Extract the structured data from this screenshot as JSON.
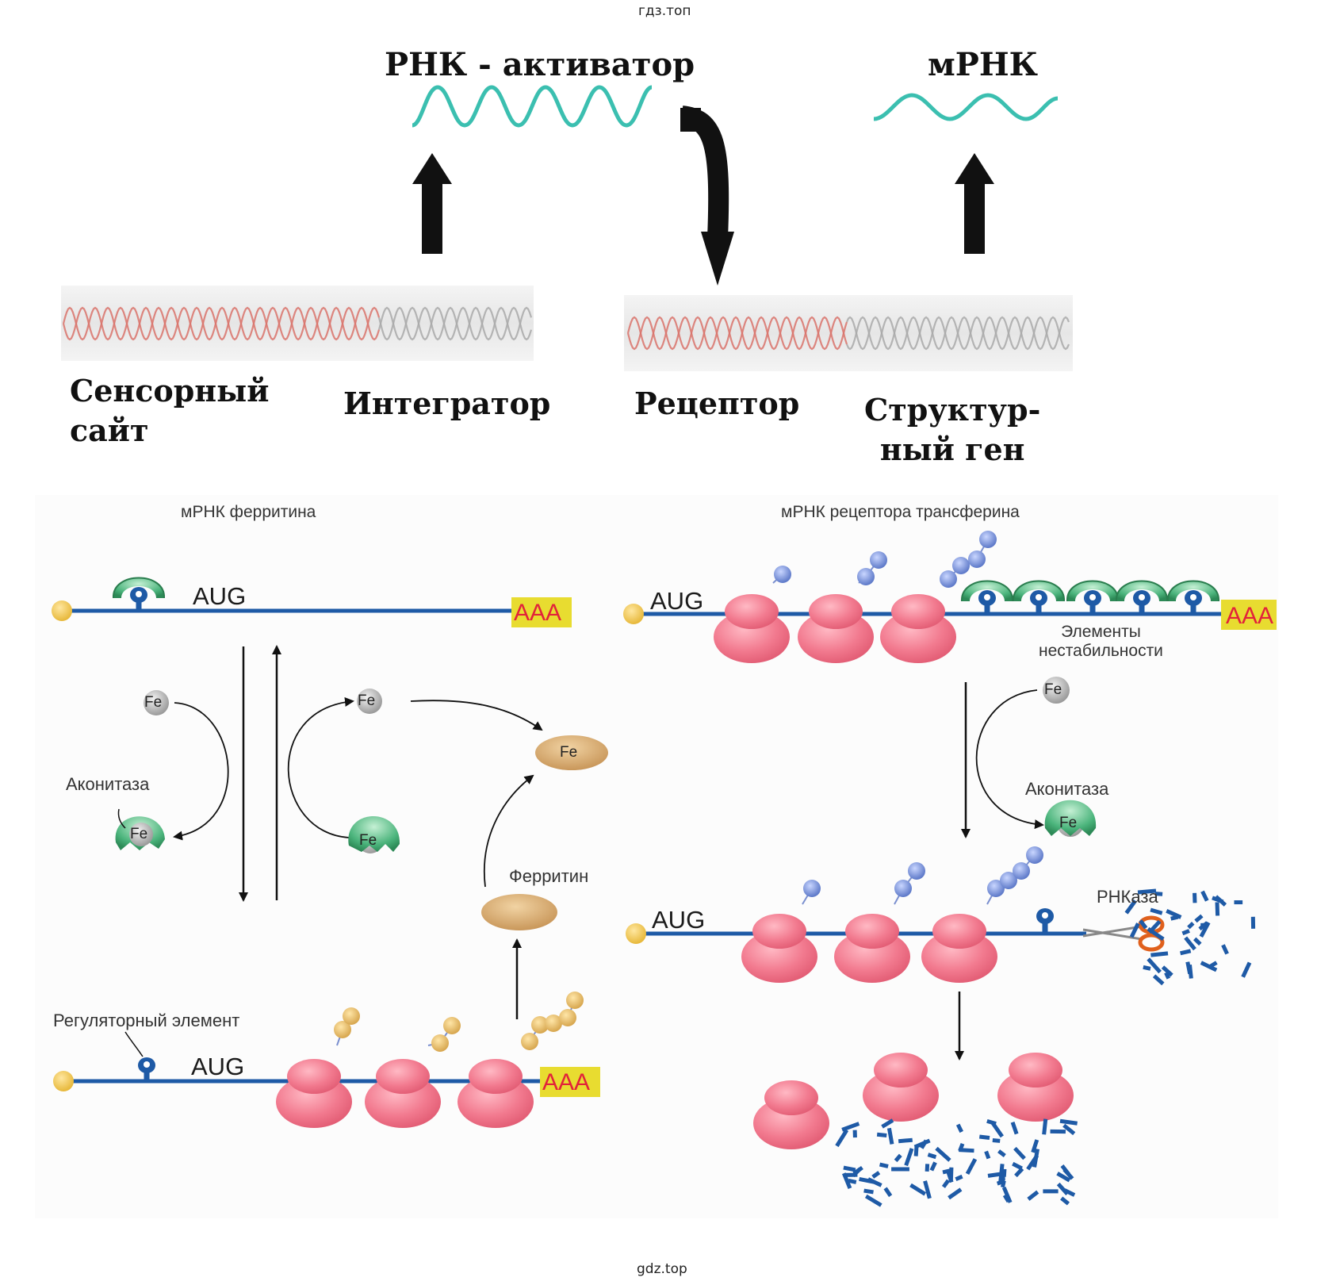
{
  "watermark_top": "гдз.топ",
  "watermark_bottom": "gdz.top",
  "top": {
    "activator_label": "РНК - активатор",
    "mrna_label": "мРНК",
    "sensor_site": [
      "Сенсорный",
      "сайт"
    ],
    "integrator": "Интегратор",
    "receptor": "Рецептор",
    "structural_gene": [
      "Структур-",
      "ный ген"
    ]
  },
  "left": {
    "title": "мРНК ферритина",
    "aug": "AUG",
    "aaa": "AAA",
    "fe": "Fe",
    "aconitase": "Аконитаза",
    "ferritin": "Ферритин",
    "regulatory_element": "Регуляторный элемент"
  },
  "right": {
    "title": "мРНК рецептора трансферина",
    "aug": "AUG",
    "aaa": "AAA",
    "fe": "Fe",
    "instability": [
      "Элементы",
      "нестабильности"
    ],
    "aconitase": "Аконитаза",
    "rnase": "РНКаза"
  },
  "colors": {
    "mrna_line": "#1e5aa6",
    "ribosome": "#f07a8e",
    "aconitase": "#3aa36a",
    "aaa_box": "#e8dc30",
    "aaa_text": "#e2223a",
    "ferritin": "#d9b07a",
    "rna_wave": "#3bbfb0"
  }
}
